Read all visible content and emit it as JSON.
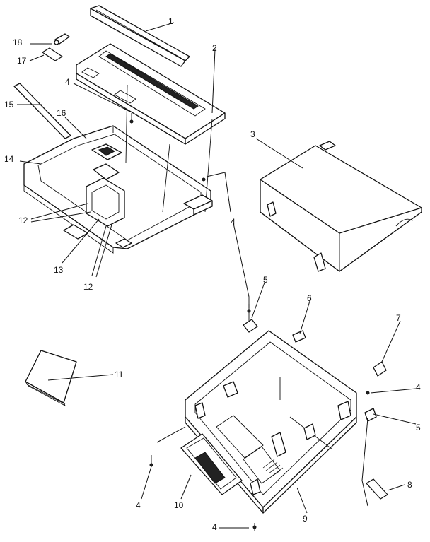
{
  "callouts": [
    {
      "id": "c1",
      "label": "1"
    },
    {
      "id": "c2",
      "label": "2"
    },
    {
      "id": "c3",
      "label": "3"
    },
    {
      "id": "c4a",
      "label": "4"
    },
    {
      "id": "c4b",
      "label": "4"
    },
    {
      "id": "c4c",
      "label": "4"
    },
    {
      "id": "c4d",
      "label": "4"
    },
    {
      "id": "c4e",
      "label": "4"
    },
    {
      "id": "c5a",
      "label": "5"
    },
    {
      "id": "c5b",
      "label": "5"
    },
    {
      "id": "c6",
      "label": "6"
    },
    {
      "id": "c7",
      "label": "7"
    },
    {
      "id": "c8",
      "label": "8"
    },
    {
      "id": "c9",
      "label": "9"
    },
    {
      "id": "c10",
      "label": "10"
    },
    {
      "id": "c11",
      "label": "11"
    },
    {
      "id": "c12a",
      "label": "12"
    },
    {
      "id": "c12b",
      "label": "12"
    },
    {
      "id": "c13",
      "label": "13"
    },
    {
      "id": "c14",
      "label": "14"
    },
    {
      "id": "c15",
      "label": "15"
    },
    {
      "id": "c16",
      "label": "16"
    },
    {
      "id": "c17",
      "label": "17"
    },
    {
      "id": "c18",
      "label": "18"
    }
  ]
}
